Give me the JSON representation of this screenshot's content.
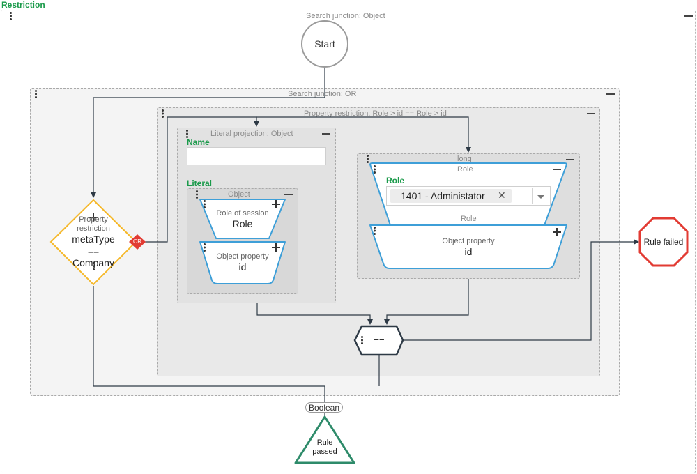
{
  "restriction": {
    "title": "Restriction"
  },
  "search_object": {
    "caption": "Search junction: Object"
  },
  "start": {
    "label": "Start"
  },
  "search_or": {
    "caption": "Search junction: OR"
  },
  "property_restriction_box": {
    "caption": "Property restriction: Role > id == Role > id"
  },
  "literal_projection": {
    "caption": "Literal projection: Object",
    "name_label": "Name",
    "name_value": "",
    "literal_label": "Literal"
  },
  "object_box": {
    "caption": "Object",
    "role_of_session": {
      "small": "Role of session",
      "big": "Role"
    },
    "object_property": {
      "small": "Object property",
      "big": "id"
    }
  },
  "long_box": {
    "caption": "long",
    "role_node": {
      "caption": "Role",
      "field_label": "Role",
      "chip": "1401 - Administator"
    },
    "object_property": {
      "caption": "Role",
      "small": "Object property",
      "big": "id"
    }
  },
  "diamond": {
    "small1": "Property",
    "small2": "restriction",
    "line1": "metaType",
    "line2": "==",
    "line3": "Company",
    "badge": "OR"
  },
  "equals": {
    "label": "=="
  },
  "rule_failed": {
    "label": "Rule failed"
  },
  "boolean_badge": {
    "label": "Boolean"
  },
  "rule_passed": {
    "line1": "Rule",
    "line2": "passed"
  },
  "colors": {
    "green": "#1a9a4a",
    "blue": "#3e9fd8",
    "orange": "#f5b82a",
    "red": "#e23b33",
    "teal": "#2e8b6a",
    "dark": "#2e3a46"
  }
}
